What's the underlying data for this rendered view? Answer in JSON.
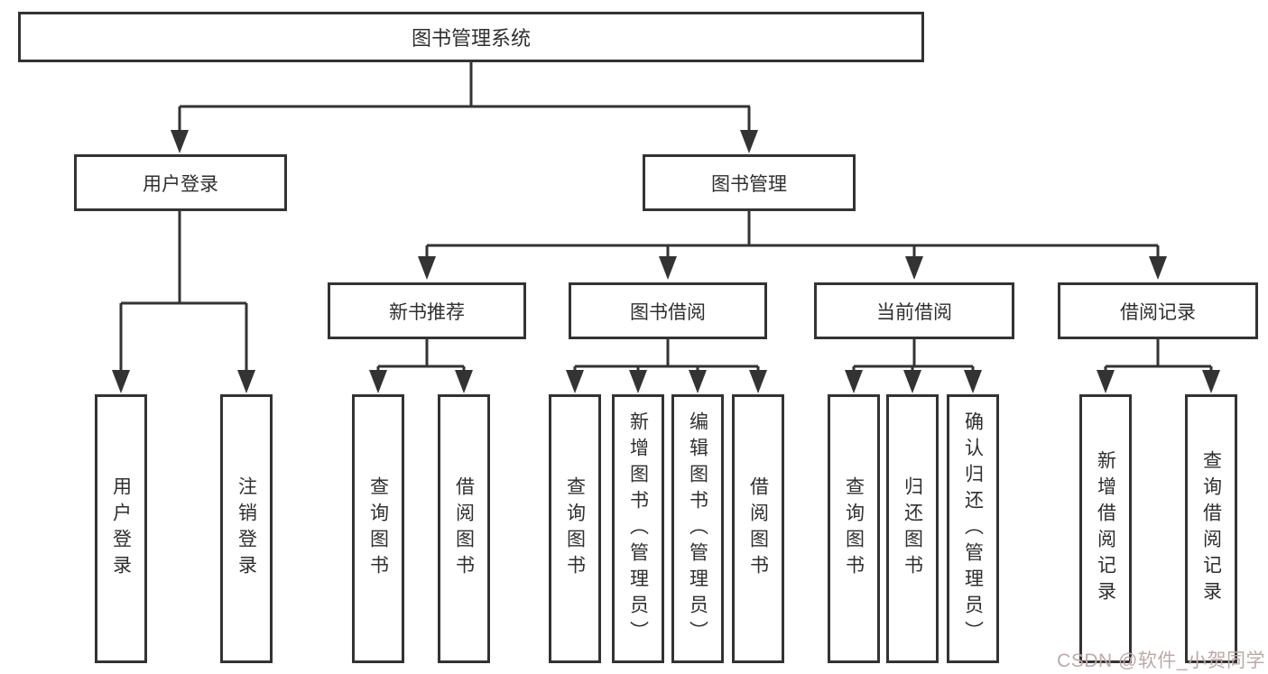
{
  "diagram": {
    "root": "图书管理系统",
    "level2": [
      {
        "label": "用户登录"
      },
      {
        "label": "图书管理"
      }
    ],
    "level3": [
      {
        "label": "新书推荐"
      },
      {
        "label": "图书借阅"
      },
      {
        "label": "当前借阅"
      },
      {
        "label": "借阅记录"
      }
    ],
    "leaves": {
      "user_login": [
        "用户登录",
        "注销登录"
      ],
      "new_book": [
        "查询图书",
        "借阅图书"
      ],
      "book_borrow": [
        "查询图书",
        "新增图书（管理员）",
        "编辑图书（管理员）",
        "借阅图书"
      ],
      "current_borrow": [
        "查询图书",
        "归还图书",
        "确认归还（管理员）"
      ],
      "borrow_records": [
        "新增借阅记录",
        "查询借阅记录"
      ]
    }
  },
  "colors": {
    "line": "#333333",
    "text": "#2f2f2f",
    "watermark": "#bda9a9",
    "background": "#ffffff"
  },
  "watermark": "CSDN @软件_小贺同学"
}
